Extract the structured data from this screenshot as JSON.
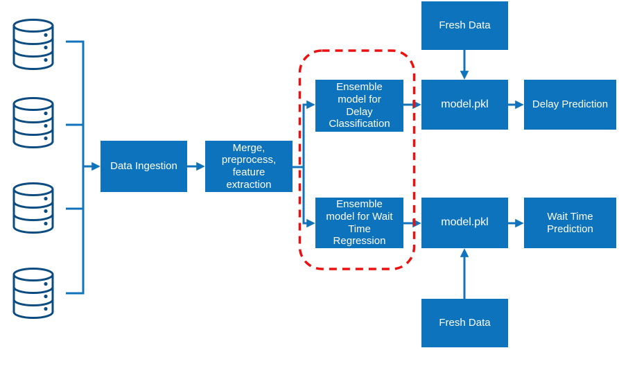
{
  "diagram": {
    "type": "flowchart",
    "nodes": {
      "data_ingestion": "Data Ingestion",
      "merge": "Merge,\npreprocess,\nfeature\nextraction",
      "ensemble_delay": "Ensemble\nmodel for\nDelay\nClassification",
      "ensemble_wait": "Ensemble\nmodel for Wait\nTime\nRegression",
      "model_pkl_top": "model.pkl",
      "model_pkl_bottom": "model.pkl",
      "fresh_data_top": "Fresh Data",
      "fresh_data_bottom": "Fresh Data",
      "delay_prediction": "Delay Prediction",
      "wait_time_prediction": "Wait Time\nPrediction"
    },
    "icons": {
      "database_count": 4,
      "database_icon": "database-cylinder"
    },
    "colors": {
      "node_fill": "#0E73BD",
      "node_text": "#FFFFFF",
      "connector": "#1173BC",
      "database_outline": "#0D4C80",
      "highlight_box": "#EC1111",
      "canvas_bg": "#FFFFFF"
    },
    "highlight": {
      "style": "red-dashed-rounded-rectangle",
      "encloses": [
        "ensemble_delay",
        "ensemble_wait"
      ]
    }
  }
}
